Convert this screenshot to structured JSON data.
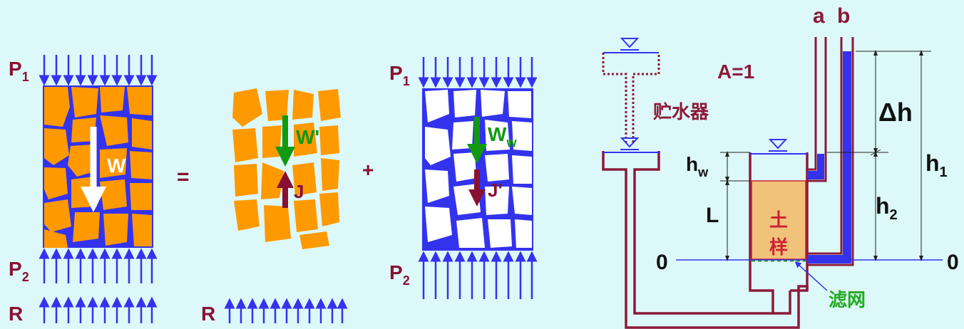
{
  "left_figure": {
    "label_p1": "P",
    "label_p1_sub": "1",
    "label_p2": "P",
    "label_p2_sub": "2",
    "label_r": "R",
    "label_w": "W",
    "equals": "=",
    "label_w_prime": "W'",
    "label_j": "J",
    "label_r2": "R",
    "plus": "+",
    "label_p1b": "P",
    "label_p1b_sub": "1",
    "label_p2b": "P",
    "label_p2b_sub": "2",
    "label_ww": "W",
    "label_ww_sub": "w",
    "label_j_prime": "J'"
  },
  "right_figure": {
    "label_a": "a",
    "label_b": "b",
    "area": "A=1",
    "reservoir": "贮水器",
    "delta_h": "Δh",
    "h_w": "h",
    "h_w_sub": "w",
    "h_1": "h",
    "h_1_sub": "1",
    "h_2": "h",
    "h_2_sub": "2",
    "L": "L",
    "soil_line1": "土",
    "soil_line2": "样",
    "datum_left": "0",
    "datum_right": "0",
    "filter": "滤网"
  },
  "colors": {
    "background": "#ddf8f8",
    "water": "#3333ee",
    "grain": "#ff9900",
    "arrow_w": "#ffffff",
    "arrow_green": "#119911",
    "arrow_maroon": "#881133",
    "pipe": "#8b1a3a",
    "soil": "#f0c27a",
    "filter": "#22aa22"
  }
}
